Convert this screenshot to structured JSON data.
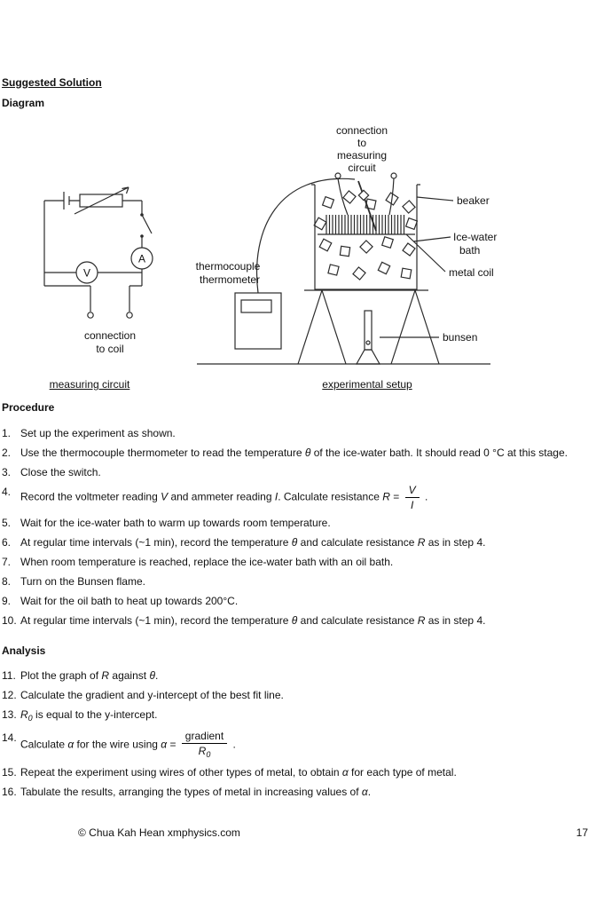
{
  "doc": {
    "title": "Suggested Solution",
    "diagram_heading": "Diagram"
  },
  "figures": {
    "measuring_circuit": {
      "caption": "measuring circuit",
      "ammeter_label": "A",
      "voltmeter_label": "V",
      "connection_label_line1": "connection",
      "connection_label_line2": "to coil"
    },
    "experimental_setup": {
      "caption": "experimental setup",
      "top_label_line1": "connection",
      "top_label_line2": "to",
      "top_label_line3": "measuring",
      "top_label_line4": "circuit",
      "beaker_label": "beaker",
      "ice_bath_label_line1": "Ice-water",
      "ice_bath_label_line2": "bath",
      "metal_coil_label": "metal coil",
      "bunsen_label": "bunsen",
      "thermometer_label_line1": "thermocouple",
      "thermometer_label_line2": "thermometer"
    }
  },
  "procedure": {
    "heading": "Procedure",
    "items": [
      {
        "n": "1.",
        "segs": [
          {
            "t": "Set up the experiment as shown."
          }
        ]
      },
      {
        "n": "2.",
        "segs": [
          {
            "t": "Use the thermocouple thermometer to read the temperature "
          },
          {
            "t": "θ",
            "it": true
          },
          {
            "t": " of the ice-water bath. It should read 0 °C at this stage."
          }
        ]
      },
      {
        "n": "3.",
        "segs": [
          {
            "t": "Close the switch."
          }
        ]
      },
      {
        "n": "4.",
        "segs": [
          {
            "t": "Record the voltmeter reading "
          },
          {
            "t": "V",
            "it": true
          },
          {
            "t": " and ammeter reading "
          },
          {
            "t": "I",
            "it": true
          },
          {
            "t": ". Calculate resistance "
          },
          {
            "t": "R",
            "it": true
          },
          {
            "t": " = "
          },
          {
            "frac": {
              "n": [
                {
                  "t": "V",
                  "it": true
                }
              ],
              "d": [
                {
                  "t": "I",
                  "it": true
                }
              ]
            }
          },
          {
            "t": " ."
          }
        ]
      },
      {
        "n": "5.",
        "segs": [
          {
            "t": "Wait for the ice-water bath to warm up towards room temperature."
          }
        ]
      },
      {
        "n": "6.",
        "segs": [
          {
            "t": "At regular time intervals (~1 min), record the temperature "
          },
          {
            "t": "θ",
            "it": true
          },
          {
            "t": " and calculate resistance "
          },
          {
            "t": "R",
            "it": true
          },
          {
            "t": " as in step 4."
          }
        ]
      },
      {
        "n": "7.",
        "segs": [
          {
            "t": "When room temperature is reached, replace the ice-water bath with an oil bath."
          }
        ]
      },
      {
        "n": "8.",
        "segs": [
          {
            "t": "Turn on the Bunsen flame."
          }
        ]
      },
      {
        "n": "9.",
        "segs": [
          {
            "t": "Wait for the oil bath to heat up towards 200°C."
          }
        ]
      },
      {
        "n": "10.",
        "segs": [
          {
            "t": "At regular time intervals (~1 min), record the temperature "
          },
          {
            "t": "θ",
            "it": true
          },
          {
            "t": " and calculate resistance "
          },
          {
            "t": "R",
            "it": true
          },
          {
            "t": " as in step 4."
          }
        ]
      }
    ]
  },
  "analysis": {
    "heading": "Analysis",
    "items": [
      {
        "n": "11.",
        "segs": [
          {
            "t": "Plot the graph of "
          },
          {
            "t": "R",
            "it": true
          },
          {
            "t": " against "
          },
          {
            "t": "θ",
            "it": true
          },
          {
            "t": "."
          }
        ]
      },
      {
        "n": "12.",
        "segs": [
          {
            "t": "Calculate the gradient and y-intercept of the best fit line."
          }
        ]
      },
      {
        "n": "13.",
        "segs": [
          {
            "t": "R",
            "it": true
          },
          {
            "t": "0",
            "it": true,
            "sub": true
          },
          {
            "t": " is equal to the y-intercept."
          }
        ]
      },
      {
        "n": "14.",
        "segs": [
          {
            "t": "Calculate "
          },
          {
            "t": "α",
            "it": true
          },
          {
            "t": " for the wire using "
          },
          {
            "t": "α",
            "it": true
          },
          {
            "t": " = "
          },
          {
            "frac": {
              "n": [
                {
                  "t": "gradient"
                }
              ],
              "d": [
                {
                  "t": "R",
                  "it": true
                },
                {
                  "t": "0",
                  "it": true,
                  "sub": true
                }
              ]
            }
          },
          {
            "t": " ."
          }
        ]
      },
      {
        "n": "15.",
        "segs": [
          {
            "t": "Repeat the experiment using wires of other types of metal, to obtain "
          },
          {
            "t": "α",
            "it": true
          },
          {
            "t": " for each type of metal."
          }
        ]
      },
      {
        "n": "16.",
        "segs": [
          {
            "t": "Tabulate the results, arranging the types of metal in increasing values of "
          },
          {
            "t": "α",
            "it": true
          },
          {
            "t": "."
          }
        ]
      }
    ]
  },
  "footer": {
    "copyright": "© Chua Kah Hean xmphysics.com",
    "page_number": "17"
  }
}
